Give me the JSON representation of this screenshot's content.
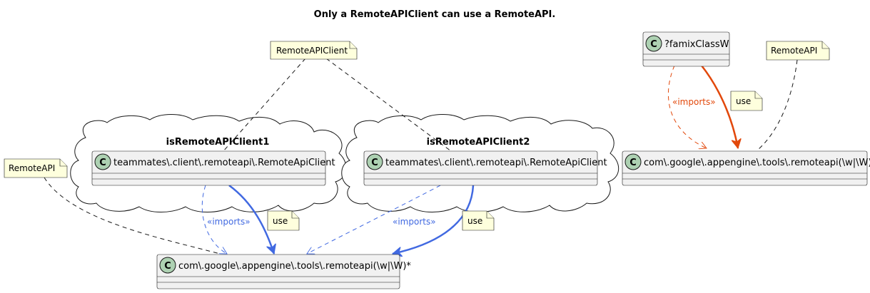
{
  "diagram": {
    "title": "Only a RemoteAPIClient can use a RemoteAPI.",
    "class_glyph": "C",
    "colors": {
      "class_fill": "#F1F1F1",
      "class_border": "#181818",
      "class_icon": "#ADD1B2",
      "note_fill": "#FEFFDD",
      "blue": "#4169E1",
      "orange": "#E2480B",
      "dash": "#181818"
    },
    "clouds": [
      {
        "title": "isRemoteAPIClient1"
      },
      {
        "title": "isRemoteAPIClient2"
      }
    ],
    "classes": {
      "client1": "teammates\\.client\\.remoteapi\\.RemoteApiClient",
      "client2": "teammates\\.client\\.remoteapi\\.RemoteApiClient",
      "famix": "?famixClassW",
      "api_right": "com\\.google\\.appengine\\.tools\\.remoteapi(\\w|\\W)*",
      "api_bottom": "com\\.google\\.appengine\\.tools\\.remoteapi(\\w|\\W)*"
    },
    "notes": {
      "remote_api_client": "RemoteAPIClient",
      "remote_api_left": "RemoteAPI",
      "remote_api_right": "RemoteAPI",
      "use_1": "use",
      "use_2": "use",
      "use_3": "use"
    },
    "labels": {
      "imports_1": "«imports»",
      "imports_2": "«imports»",
      "imports_3": "«imports»"
    }
  }
}
